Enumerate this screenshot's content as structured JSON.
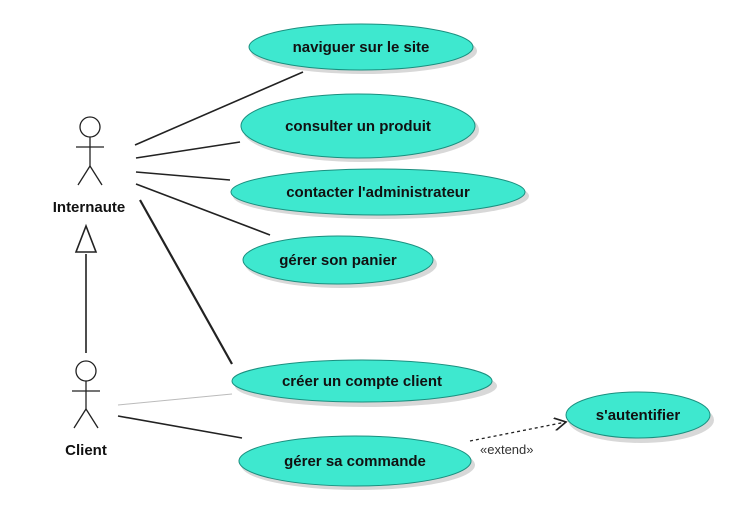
{
  "actors": {
    "internaute": "Internaute",
    "client": "Client"
  },
  "use_cases": {
    "naviguer": "naviguer sur le site",
    "consulter": "consulter un produit",
    "contacter": "contacter l'administrateur",
    "panier": "gérer son panier",
    "compte": "créer un compte client",
    "commande": "gérer sa commande",
    "authentifier": "s'autentifier"
  },
  "relations": {
    "extend_label": "«extend»"
  },
  "colors": {
    "usecase_fill": "#3ee8cf",
    "usecase_stroke": "#1b8f7f",
    "line": "#222222",
    "shadow": "#d8d8d8"
  }
}
